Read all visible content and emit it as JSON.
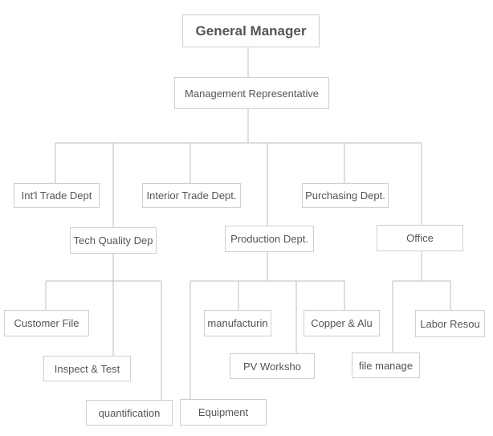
{
  "nodes": {
    "general_manager": "General Manager",
    "management_rep": "Management Representative",
    "intl_trade": "Int'l Trade Dept",
    "interior_trade": "Interior Trade Dept.",
    "purchasing": "Purchasing Dept.",
    "tech_quality": "Tech Quality Dep",
    "production": "Production Dept.",
    "office": "Office",
    "customer_file": "Customer File",
    "inspect_test": "Inspect & Test",
    "quantification": "quantification",
    "manufacturing": "manufacturin",
    "copper_alu": "Copper & Alu",
    "pv_workshop": "PV Worksho",
    "equipment": "Equipment",
    "file_manage": "file manage",
    "labor_resou": "Labor Resou"
  },
  "colors": {
    "line": "#bdbdbd",
    "border": "#cfcfcf",
    "text": "#555555"
  }
}
